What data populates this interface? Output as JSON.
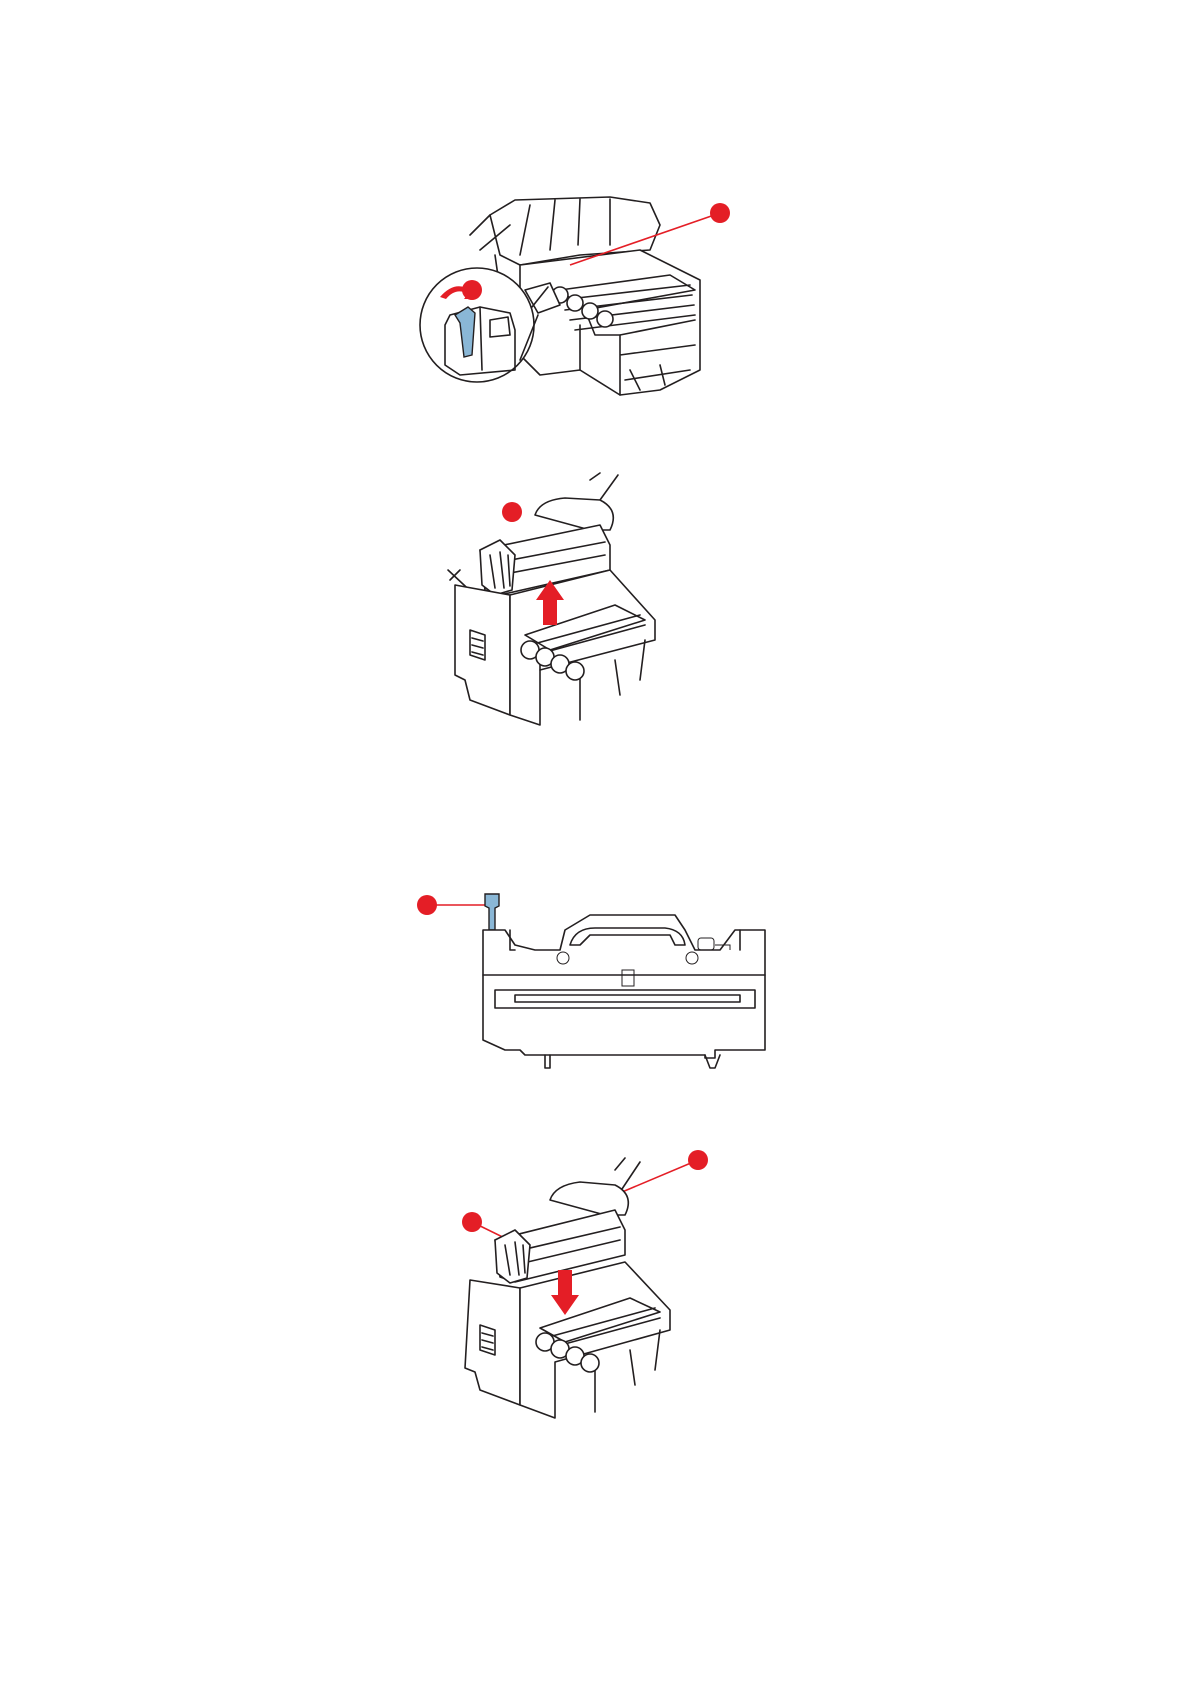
{
  "document": {
    "type": "printer maintenance illustrations",
    "figures": [
      {
        "id": "unlock-fuser-lever",
        "callouts": 2,
        "accent": "#e41e26",
        "highlight": "#8ab7d6"
      },
      {
        "id": "lift-out-fuser",
        "callouts": 1,
        "accent": "#e41e26"
      },
      {
        "id": "new-fuser-unit",
        "callouts": 1,
        "accent": "#e41e26",
        "highlight": "#8ab7d6"
      },
      {
        "id": "insert-fuser",
        "callouts": 2,
        "accent": "#e41e26"
      }
    ]
  }
}
